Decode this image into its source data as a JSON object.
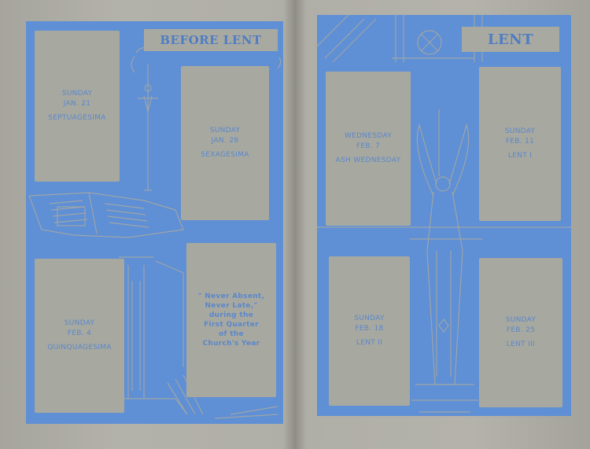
{
  "left_page": {
    "header": "BEFORE LENT",
    "boxes": [
      {
        "lines": [
          "SUNDAY",
          "JAN. 21"
        ],
        "name": "SEPTUAGESIMA"
      },
      {
        "lines": [
          "SUNDAY",
          "JAN. 28"
        ],
        "name": "SEXAGESIMA"
      },
      {
        "lines": [
          "SUNDAY",
          "FEB. 4"
        ],
        "name": "QUINQUAGESIMA"
      }
    ],
    "motto": [
      "\" Never Absent,",
      "Never Late,\"",
      "during the",
      "First Quarter",
      "of the",
      "Church's Year"
    ]
  },
  "right_page": {
    "header": "LENT",
    "boxes": [
      {
        "lines": [
          "WEDNESDAY",
          "FEB. 7"
        ],
        "name": "ASH WEDNESDAY"
      },
      {
        "lines": [
          "SUNDAY",
          "FEB. 11"
        ],
        "name": "LENT I"
      },
      {
        "lines": [
          "SUNDAY",
          "FEB. 18"
        ],
        "name": "LENT II"
      },
      {
        "lines": [
          "SUNDAY",
          "FEB. 25"
        ],
        "name": "LENT III"
      }
    ]
  },
  "colors": {
    "ink": "#5f8fd4",
    "paper": "#a7a9a1",
    "text": "#5b86c9"
  },
  "icons": [
    "crucifix-icon",
    "open-bible-icon",
    "angel-icon",
    "cross-medallion-icon"
  ]
}
